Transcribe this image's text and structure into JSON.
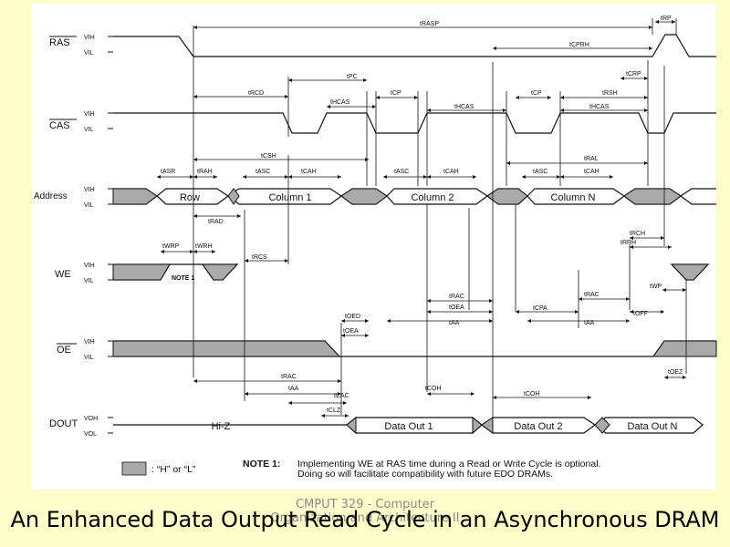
{
  "slide": {
    "title": "An Enhanced Data Output Read Cycle in an Asynchronous DRAM",
    "footer_line1": "CMPUT 329 - Computer",
    "footer_line2": "Organization and Architecture II"
  },
  "diagram": {
    "signals": {
      "ras": {
        "name": "RAS",
        "hi": "VIH",
        "lo": "VIL"
      },
      "cas": {
        "name": "CAS",
        "hi": "VIH",
        "lo": "VIL"
      },
      "address": {
        "name": "Address",
        "hi": "VIH",
        "lo": "VIL"
      },
      "we": {
        "name": "WE",
        "hi": "VIH",
        "lo": "VIL"
      },
      "oe": {
        "name": "OE",
        "hi": "VIH",
        "lo": "VIL"
      },
      "dout": {
        "name": "DOUT",
        "hi": "VOH",
        "lo": "VOL"
      }
    },
    "address_boxes": [
      "Row",
      "Column 1",
      "Column 2",
      "Column N"
    ],
    "data_boxes": [
      "Data Out 1",
      "Data Out 2",
      "Data Out N"
    ],
    "hiz": "Hi-Z",
    "note1_tag": "NOTE 1",
    "timings": {
      "trasp": "tRASP",
      "trp": "tRP",
      "tcprh": "tCPRH",
      "tcrp": "tCRP",
      "tpc": "tPC",
      "trcd": "tRCD",
      "tcp": "tCP",
      "thcas": "tHCAS",
      "trsh": "tRSH",
      "tcsh": "tCSH",
      "trah": "tRAH",
      "tasr": "tASR",
      "tcah": "tCAH",
      "tasc": "tASC",
      "tral": "tRAL",
      "trad": "tRAD",
      "twrp": "tWRP",
      "twrh": "tWRH",
      "trcs": "tRCS",
      "trch": "tRCH",
      "trrh": "tRRH",
      "twp": "tWP",
      "trac": "tRAC",
      "toea": "tOEA",
      "taa": "tAA",
      "tcpa": "tCPA",
      "toff": "tOFF",
      "toez": "tOEZ",
      "toed": "tOED",
      "tclz": "tCLZ",
      "tcac": "tCAC",
      "tcoh": "tCOH"
    },
    "legend": {
      "text": ": “H” or “L”"
    },
    "note": {
      "label": "NOTE 1:",
      "line1": "Implementing WE at RAS time during a Read or Write Cycle is optional.",
      "line2": "Doing so will facilitate compatibility with future EDO DRAMs."
    }
  }
}
